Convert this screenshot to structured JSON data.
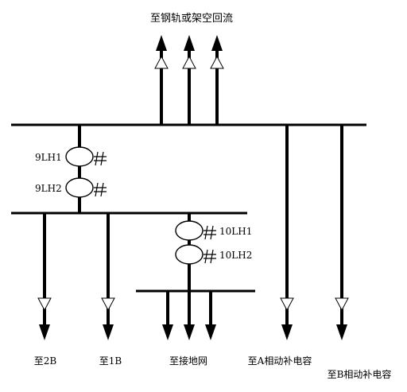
{
  "diagram": {
    "title_top": "至钢轨或架空回流",
    "ct_labels": {
      "ct9_1": "9LH1",
      "ct9_2": "9LH2",
      "ct10_1": "10LH1",
      "ct10_2": "10LH2"
    },
    "bottom_labels": {
      "to_2b": "至2B",
      "to_1b": "至1B",
      "to_ground": "至接地网",
      "to_a_comp": "至A相动补电容",
      "to_b_comp": "至B相动补电容"
    },
    "colors": {
      "line": "#000000",
      "background": "#ffffff"
    }
  }
}
